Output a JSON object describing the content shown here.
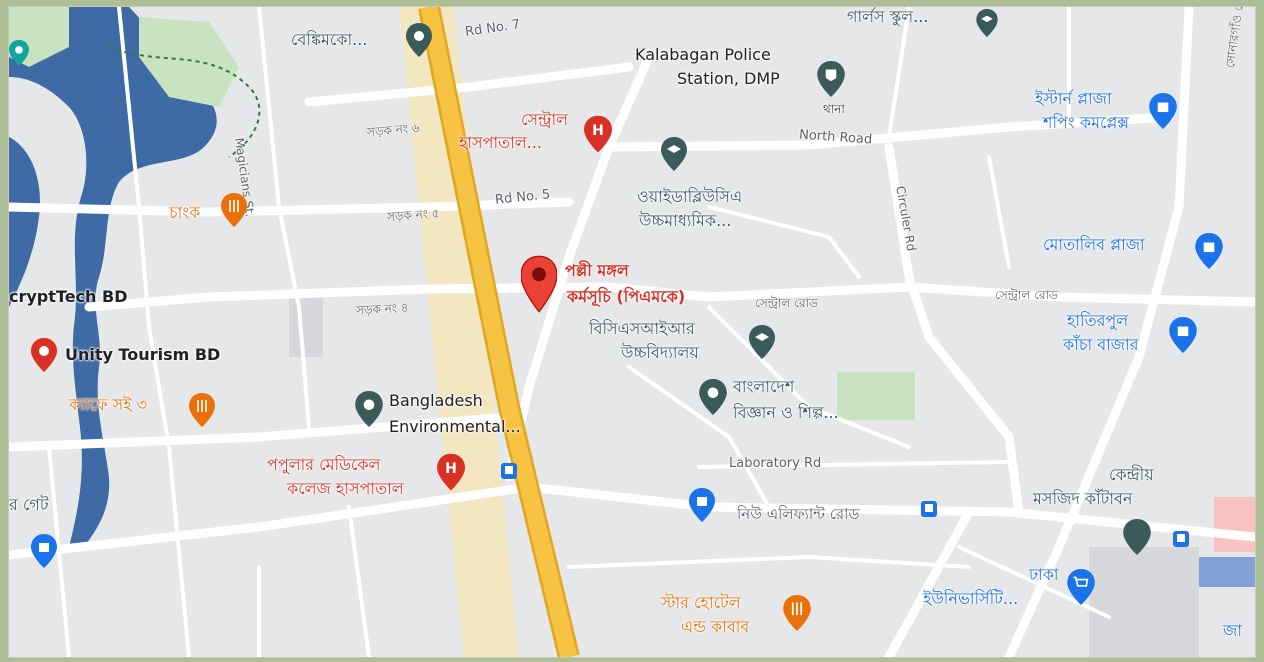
{
  "map": {
    "labels": {
      "bankimko": "বেঙ্কিমকো...",
      "rd_no_7": "Rd No. 7",
      "girls_school": "গার্লস স্কুল...",
      "kalabagan_police_1": "Kalabagan Police",
      "kalabagan_police_2": "Station, DMP",
      "thana": "থানা",
      "magicians_st": "Magicians St.",
      "sarak_6": "সড়ক নং ৬",
      "central_hospital_1": "সেন্ট্রাল",
      "central_hospital_2": "হাসপাতাল...",
      "eastern_plaza_1": "ইস্টার্ন প্লাজা",
      "eastern_plaza_2": "শপিং কমপ্লেক্স",
      "north_road": "North Road",
      "sonargaon_road": "সোনারগাঁও রোড",
      "circuler_rd": "Circuler Rd",
      "chank": "চাংক",
      "sarak_5": "সড়ক নং ৫",
      "rd_no_5": "Rd No. 5",
      "ywca_1": "ওয়াইডাব্লিউসিএ",
      "ywca_2": "উচ্চমাধ্যমিক...",
      "motalib_plaza": "মোতালিব প্লাজা",
      "pms_1": "পল্লী মঙ্গল",
      "pms_2": "কর্মসূচি (পিএমকে)",
      "crypttech": "cryptTech BD",
      "sarak_4": "সড়ক নং ৪",
      "central_road_1": "সেন্ট্রাল রোড",
      "central_road_2": "সেন্ট্রাল রোড",
      "hatirpool_1": "হাতিরপুল",
      "hatirpool_2": "কাঁচা বাজার",
      "bcsir_1": "বিসিএসআইআর",
      "bcsir_2": "উচ্চবিদ্যালয়",
      "unity_tourism": "Unity Tourism BD",
      "cafe_soi_3": "ক্যাফে সই ৩",
      "bd_env_1": "Bangladesh",
      "bd_env_2": "Environmental...",
      "bangladesh_sci_1": "বাংলাদেশ",
      "bangladesh_sci_2": "বিজ্ঞান ও শিল্প...",
      "laboratory_rd": "Laboratory Rd",
      "popular_1": "পপুলার মেডিকেল",
      "popular_2": "কলেজ হাসপাতাল",
      "kendriya_1": "কেন্দ্রীয়",
      "kendriya_2": "মসজিদ কাঁটাবন",
      "gate": "র গেট",
      "new_elephant_road": "নিউ এলিফ্যান্ট রোড",
      "dhaka_uni_1": "ঢাকা",
      "dhaka_uni_2": "ইউনিভার্সিটি...",
      "star_hotel_1": "স্টার হোটেল",
      "star_hotel_2": "এন্ড কাবাব",
      "ja": "জা"
    },
    "colors": {
      "background": "#e6e7e9",
      "street": "#ffffff",
      "highway": "#f6c343",
      "highway_edge": "#e0a624",
      "water": "#3e6aa6",
      "park": "#c8e3c0",
      "red": "#d93025",
      "blue": "#1a73e8",
      "teal": "#3b5a5a",
      "orange": "#e8710a"
    },
    "icons": [
      "map-pin-icon",
      "hospital-icon",
      "restaurant-icon",
      "shopping-bag-icon",
      "school-icon",
      "police-icon",
      "mosque-icon",
      "shopping-cart-icon",
      "bus-stop-icon",
      "tourist-icon"
    ]
  }
}
